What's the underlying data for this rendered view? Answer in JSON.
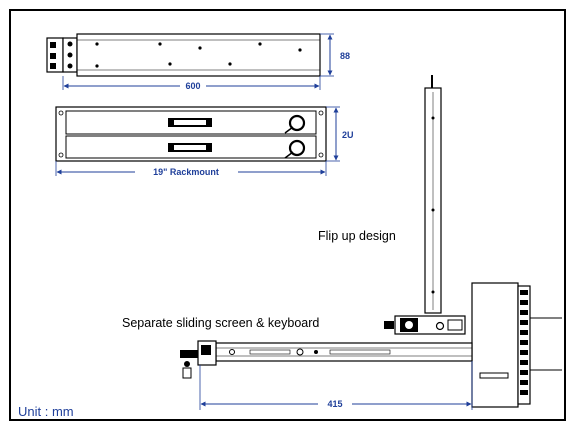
{
  "dimensions": {
    "height_top": "88",
    "length_top": "600",
    "height_front": "2U",
    "width_front": "19\" Rackmount",
    "slide_length": "415"
  },
  "labels": {
    "flip_up": "Flip up design",
    "sliding": "Separate sliding screen & keyboard",
    "unit": "Unit : mm"
  },
  "colors": {
    "dimension": "#1f3f9a",
    "line": "#000000"
  }
}
